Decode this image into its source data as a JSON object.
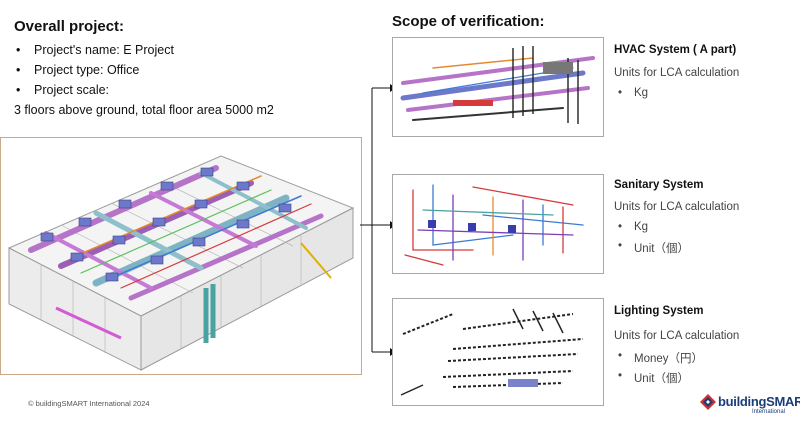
{
  "overall": {
    "title": "Overall project:",
    "bullets": [
      "Project's name: E Project",
      "Project type: Office",
      "Project scale:"
    ],
    "scale_detail": "3 floors above ground, total floor area 5000 m2"
  },
  "scope": {
    "title": "Scope of verification:",
    "systems": [
      {
        "title": "HVAC System ( A part)",
        "subtitle": "Units for LCA calculation",
        "units": [
          "Kg"
        ]
      },
      {
        "title": "Sanitary System",
        "subtitle": "Units for LCA calculation",
        "units": [
          "Kg",
          "Unit（個）"
        ]
      },
      {
        "title": "Lighting System",
        "subtitle": "Units for LCA calculation",
        "units": [
          "Money（円）",
          "Unit（個）"
        ]
      }
    ]
  },
  "footer": {
    "copyright": "© buildingSMART International 2024"
  },
  "logo": {
    "name": "buildingSMART",
    "tagline": "International"
  },
  "colors": {
    "frame": "#c9a98a",
    "thumb_border": "#a8a8a8",
    "logo_blue": "#1b3d7a",
    "logo_red": "#d0312d"
  }
}
